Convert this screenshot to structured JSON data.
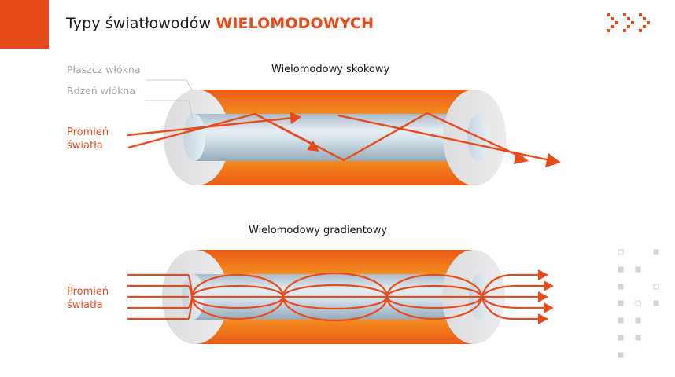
{
  "header": {
    "title_plain": "Typy światłowodów",
    "title_accent": "WIELOMODOWYCH"
  },
  "step_index": {
    "title": "Wielomodowy skokowy",
    "labels": {
      "cladding": "Płaszcz włókna",
      "core": "Rdzeń włókna",
      "ray_line1": "Promień",
      "ray_line2": "światła"
    }
  },
  "graded_index": {
    "title": "Wielomodowy gradientowy",
    "labels": {
      "ray_line1": "Promień",
      "ray_line2": "światła"
    }
  },
  "colors": {
    "accent": "#e84a1a",
    "jacket": "#f07a1e",
    "cladding": "#e4e4e6",
    "core": "#c9d8e2",
    "decor_squares": "#d0d0d0"
  },
  "icons": [
    "triple-chevron-icon",
    "dot-grid-icon"
  ]
}
